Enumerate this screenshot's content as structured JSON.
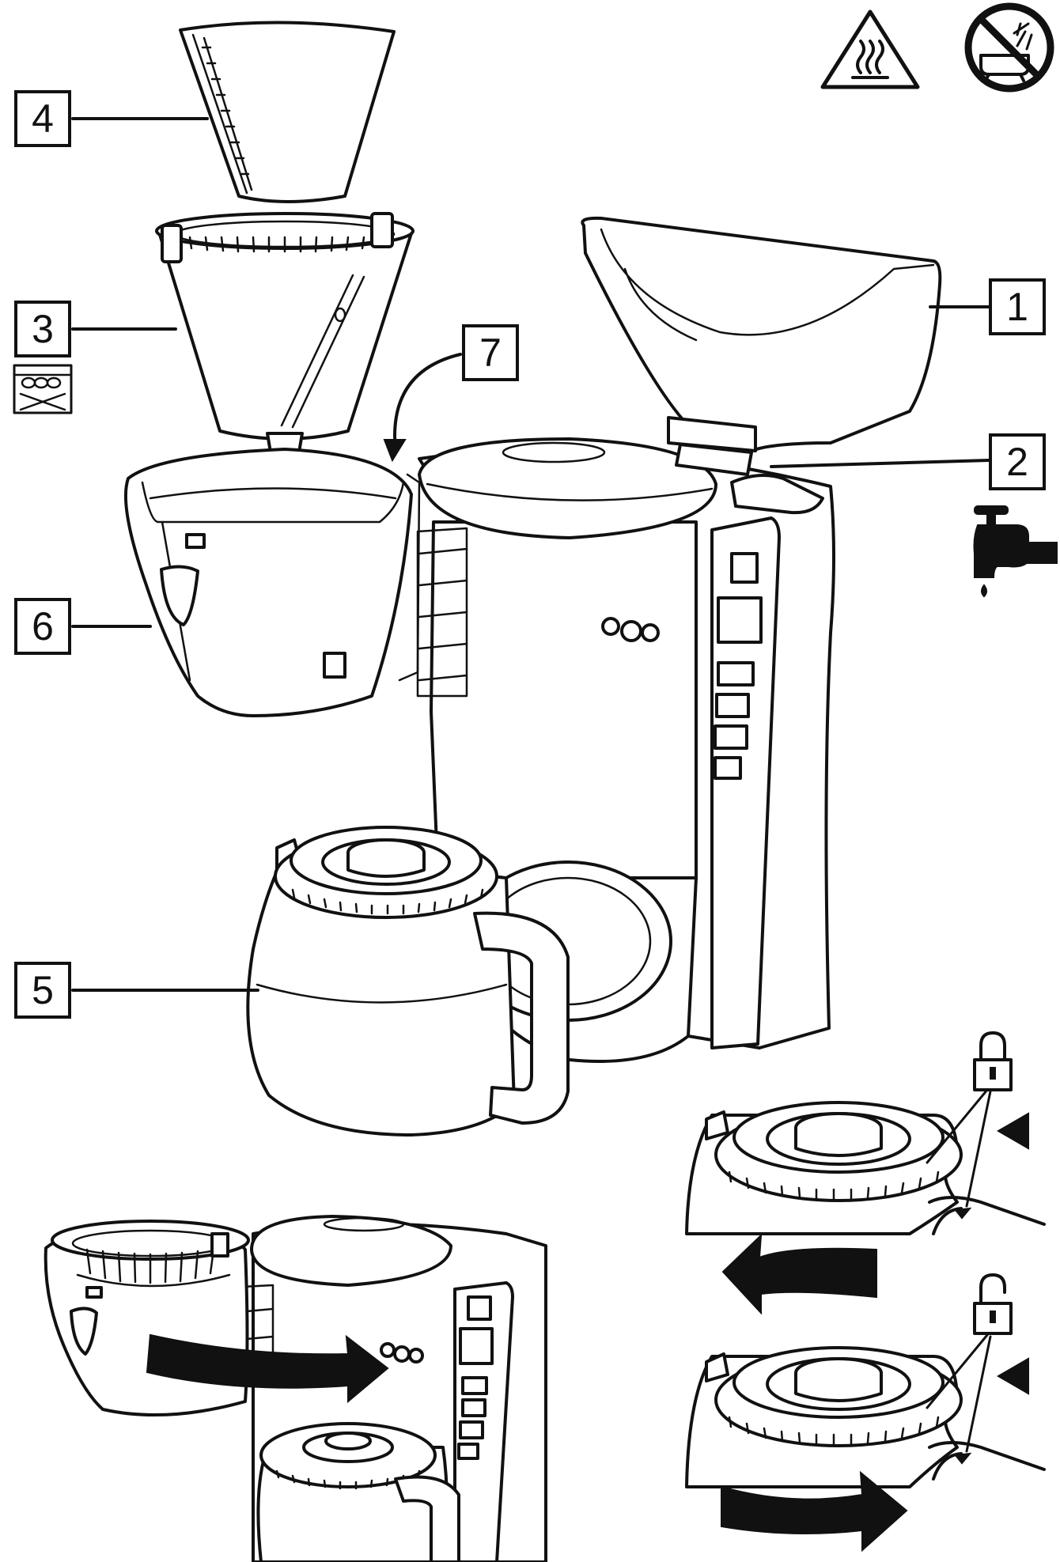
{
  "callouts": [
    {
      "id": "1",
      "label": "1"
    },
    {
      "id": "2",
      "label": "2"
    },
    {
      "id": "3",
      "label": "3"
    },
    {
      "id": "4",
      "label": "4"
    },
    {
      "id": "5",
      "label": "5"
    },
    {
      "id": "6",
      "label": "6"
    },
    {
      "id": "7",
      "label": "7"
    }
  ],
  "icons": [
    "hot-surface-warning-icon",
    "no-immersion-icon",
    "water-tap-icon",
    "dishwasher-icon",
    "lock-closed-icon",
    "lock-open-icon"
  ],
  "colors": {
    "line": "#111111",
    "background": "#ffffff"
  }
}
